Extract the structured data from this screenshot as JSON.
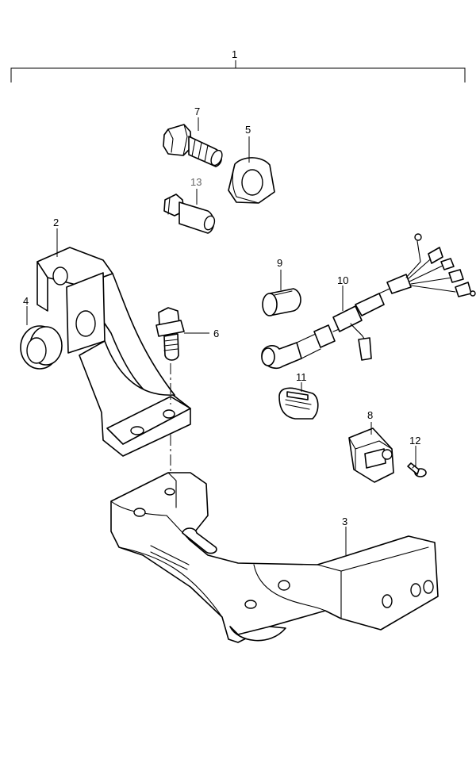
{
  "labels": {
    "p1": "1",
    "p2": "2",
    "p3": "3",
    "p4": "4",
    "p5": "5",
    "p6": "6",
    "p7": "7",
    "p8": "8",
    "p9": "9",
    "p10": "10",
    "p11": "11",
    "p12": "12",
    "p13": "13"
  },
  "colors": {
    "line": "#000000",
    "background": "#ffffff",
    "label_13": "#666666"
  }
}
